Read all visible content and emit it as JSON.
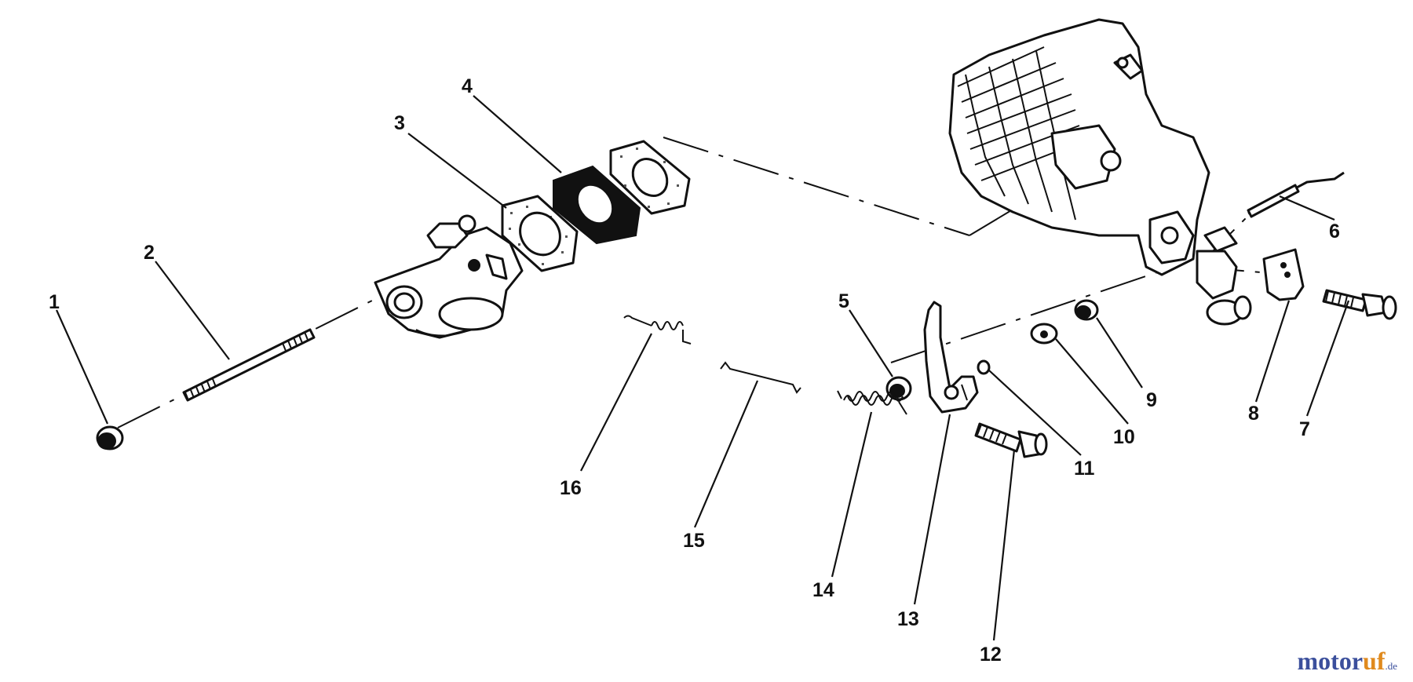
{
  "callouts": [
    {
      "id": "1",
      "label": "1"
    },
    {
      "id": "2",
      "label": "2"
    },
    {
      "id": "3",
      "label": "3"
    },
    {
      "id": "4",
      "label": "4"
    },
    {
      "id": "5",
      "label": "5"
    },
    {
      "id": "6",
      "label": "6"
    },
    {
      "id": "7",
      "label": "7"
    },
    {
      "id": "8",
      "label": "8"
    },
    {
      "id": "9",
      "label": "9"
    },
    {
      "id": "10",
      "label": "10"
    },
    {
      "id": "11",
      "label": "11"
    },
    {
      "id": "12",
      "label": "12"
    },
    {
      "id": "13",
      "label": "13"
    },
    {
      "id": "14",
      "label": "14"
    },
    {
      "id": "15",
      "label": "15"
    },
    {
      "id": "16",
      "label": "16"
    }
  ],
  "watermark": {
    "text": "motoruf",
    "suffix": ".de",
    "colors": {
      "blue": "#3b4f9c",
      "orange": "#e08a1e"
    }
  }
}
